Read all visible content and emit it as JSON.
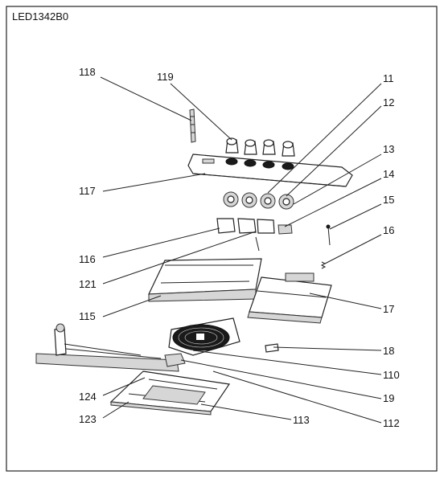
{
  "title": "LED1342B0",
  "callouts": [
    {
      "id": "118",
      "text": "118"
    },
    {
      "id": "119",
      "text": "119"
    },
    {
      "id": "11",
      "text": "11"
    },
    {
      "id": "12",
      "text": "12"
    },
    {
      "id": "13",
      "text": "13"
    },
    {
      "id": "14",
      "text": "14"
    },
    {
      "id": "15",
      "text": "15"
    },
    {
      "id": "16",
      "text": "16"
    },
    {
      "id": "117",
      "text": "117"
    },
    {
      "id": "116",
      "text": "116"
    },
    {
      "id": "121",
      "text": "121"
    },
    {
      "id": "115",
      "text": "115"
    },
    {
      "id": "17",
      "text": "17"
    },
    {
      "id": "18",
      "text": "18"
    },
    {
      "id": "110",
      "text": "110"
    },
    {
      "id": "124",
      "text": "124"
    },
    {
      "id": "19",
      "text": "19"
    },
    {
      "id": "123",
      "text": "123"
    },
    {
      "id": "113",
      "text": "113"
    },
    {
      "id": "112",
      "text": "112"
    }
  ]
}
